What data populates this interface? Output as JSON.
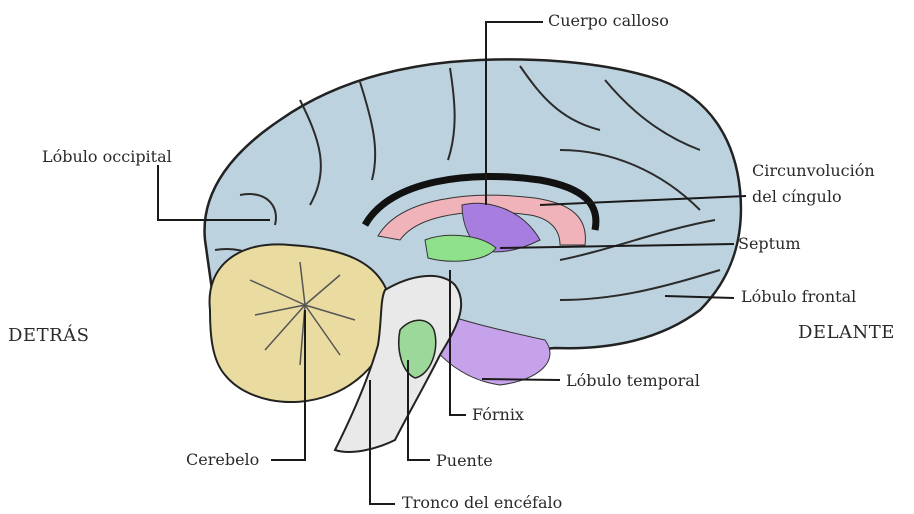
{
  "labels": {
    "corpus_callosum": "Cuerpo calloso",
    "occipital": "Lóbulo occipital",
    "cingulate_1": "Circunvolución",
    "cingulate_2": "del cíngulo",
    "septum": "Septum",
    "frontal": "Lóbulo frontal",
    "temporal": "Lóbulo temporal",
    "fornix": "Fórnix",
    "cerebellum": "Cerebelo",
    "pons": "Puente",
    "brainstem": "Tronco del encéfalo"
  },
  "directions": {
    "back": "DETRÁS",
    "front": "DELANTE"
  },
  "colors": {
    "cortex": "#bcd3df",
    "cingulate": "#f0b3ba",
    "fornix": "#8fe08b",
    "septum_purple": "#a77de0",
    "temporal_purple": "#c6a2ea",
    "cerebellum": "#eadca0",
    "brainstem": "#e9e9e9",
    "leader": "#1a1a1a"
  }
}
